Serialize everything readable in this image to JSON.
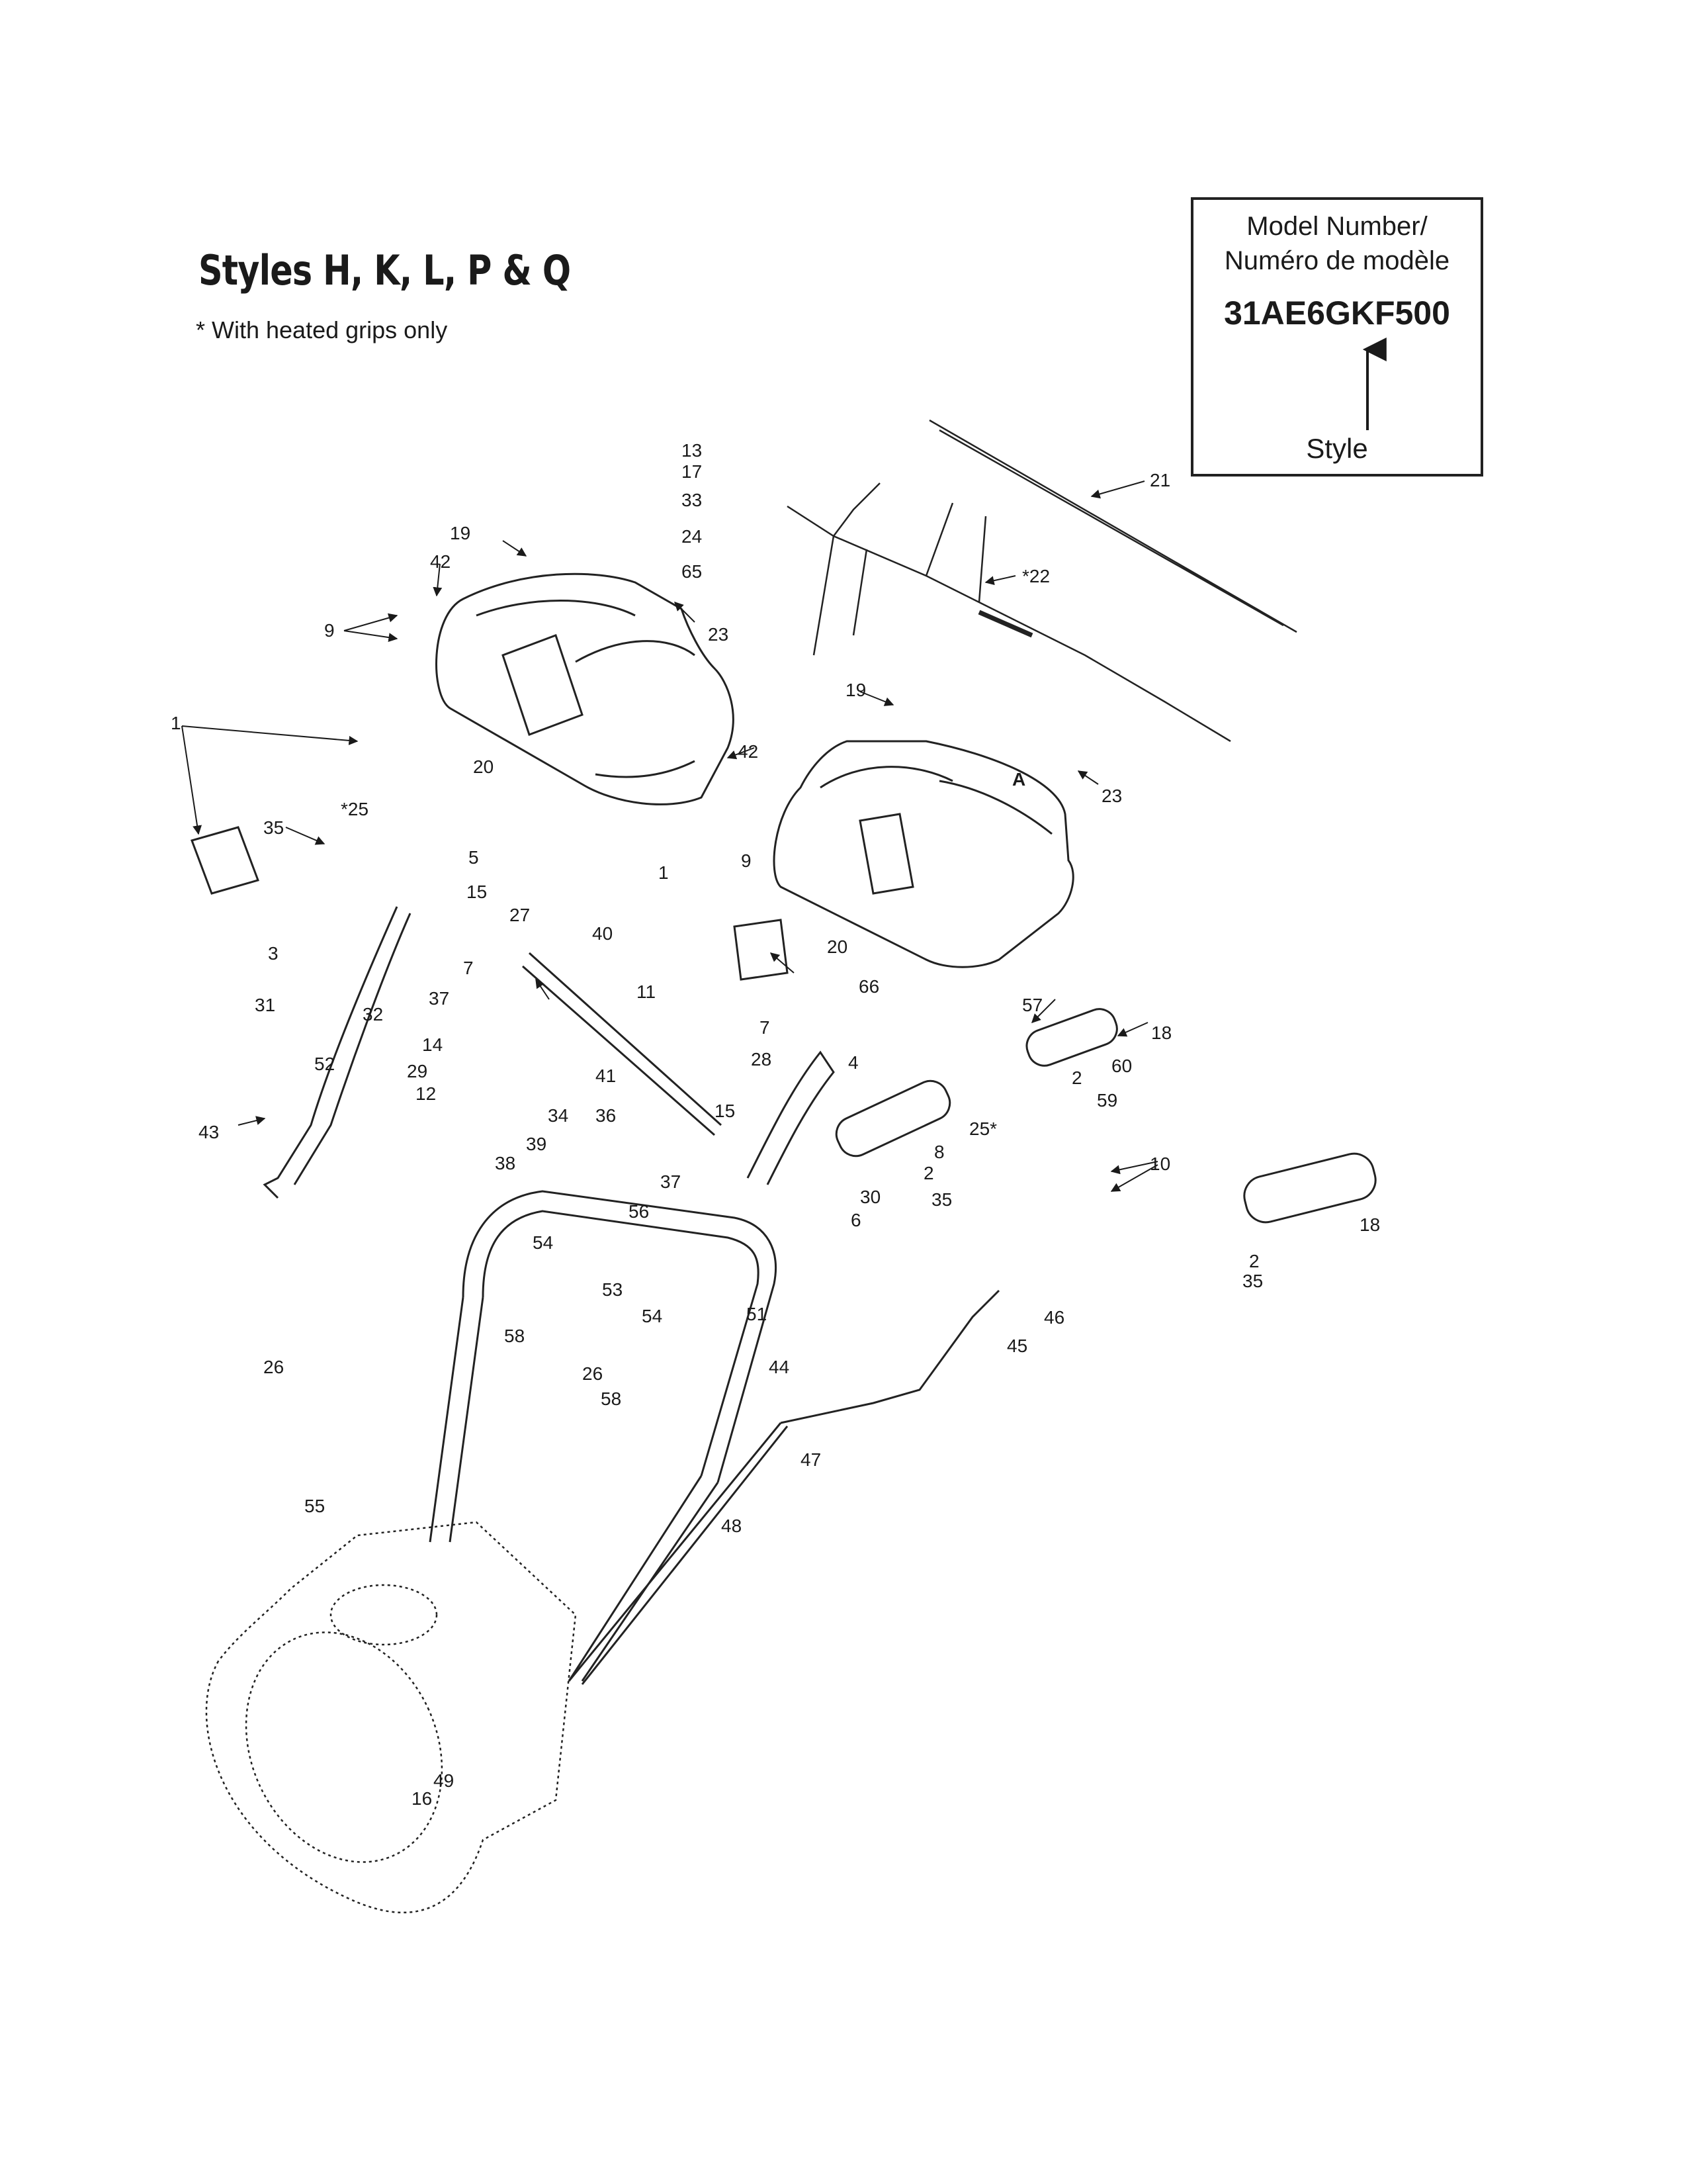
{
  "header": {
    "title": "Styles H, K, L, P & Q",
    "note": "* With heated grips only"
  },
  "model_box": {
    "label_en": "Model Number/",
    "label_fr": "Numéro de modèle",
    "model_number": "31AE6GKF500",
    "pointer_label": "Style"
  },
  "callouts": [
    {
      "label": "13"
    },
    {
      "label": "17"
    },
    {
      "label": "33"
    },
    {
      "label": "24"
    },
    {
      "label": "65"
    },
    {
      "label": "19"
    },
    {
      "label": "42"
    },
    {
      "label": "9"
    },
    {
      "label": "23"
    },
    {
      "label": "21"
    },
    {
      "label": "*22"
    },
    {
      "label": "1"
    },
    {
      "label": "20"
    },
    {
      "label": "*25"
    },
    {
      "label": "42"
    },
    {
      "label": "19"
    },
    {
      "label": "A"
    },
    {
      "label": "23"
    },
    {
      "label": "35"
    },
    {
      "label": "5"
    },
    {
      "label": "1"
    },
    {
      "label": "9"
    },
    {
      "label": "15"
    },
    {
      "label": "27"
    },
    {
      "label": "3"
    },
    {
      "label": "7"
    },
    {
      "label": "40"
    },
    {
      "label": "20"
    },
    {
      "label": "31"
    },
    {
      "label": "32"
    },
    {
      "label": "37"
    },
    {
      "label": "66"
    },
    {
      "label": "11"
    },
    {
      "label": "57"
    },
    {
      "label": "18"
    },
    {
      "label": "14"
    },
    {
      "label": "7"
    },
    {
      "label": "28"
    },
    {
      "label": "4"
    },
    {
      "label": "52"
    },
    {
      "label": "29"
    },
    {
      "label": "41"
    },
    {
      "label": "2"
    },
    {
      "label": "60"
    },
    {
      "label": "12"
    },
    {
      "label": "34"
    },
    {
      "label": "36"
    },
    {
      "label": "15"
    },
    {
      "label": "59"
    },
    {
      "label": "43"
    },
    {
      "label": "39"
    },
    {
      "label": "25*"
    },
    {
      "label": "8"
    },
    {
      "label": "38"
    },
    {
      "label": "10"
    },
    {
      "label": "37"
    },
    {
      "label": "2"
    },
    {
      "label": "30"
    },
    {
      "label": "35"
    },
    {
      "label": "6"
    },
    {
      "label": "18"
    },
    {
      "label": "56"
    },
    {
      "label": "2"
    },
    {
      "label": "54"
    },
    {
      "label": "35"
    },
    {
      "label": "53"
    },
    {
      "label": "58"
    },
    {
      "label": "51"
    },
    {
      "label": "46"
    },
    {
      "label": "54"
    },
    {
      "label": "26"
    },
    {
      "label": "45"
    },
    {
      "label": "26"
    },
    {
      "label": "44"
    },
    {
      "label": "58"
    },
    {
      "label": "47"
    },
    {
      "label": "55"
    },
    {
      "label": "48"
    },
    {
      "label": "49"
    },
    {
      "label": "16"
    }
  ]
}
